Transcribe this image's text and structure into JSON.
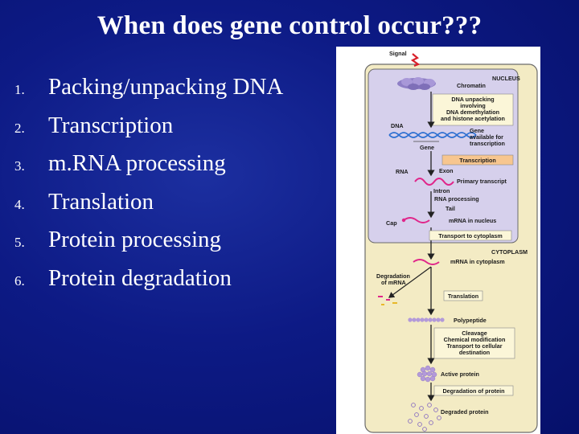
{
  "slide": {
    "title": "When does gene control occur???",
    "items": [
      {
        "num": "1.",
        "label": "Packing/unpacking DNA"
      },
      {
        "num": "2.",
        "label": "Transcription"
      },
      {
        "num": "3.",
        "label": "m.RNA processing"
      },
      {
        "num": "4.",
        "label": "Translation"
      },
      {
        "num": "5.",
        "label": "Protein processing"
      },
      {
        "num": "6.",
        "label": "Protein degradation"
      }
    ]
  },
  "diagram": {
    "signal": "Signal",
    "nucleus": "NUCLEUS",
    "chromatin": "Chromatin",
    "unpack": [
      "DNA unpacking",
      "involving",
      "DNA demethylation",
      "and histone acetylation"
    ],
    "dna": "DNA",
    "gene": "Gene",
    "gene_available": [
      "Gene",
      "available for",
      "transcription"
    ],
    "transcription": "Transcription",
    "rna": "RNA",
    "exon": "Exon",
    "primary_transcript": "Primary transcript",
    "intron": "Intron",
    "rna_processing": "RNA processing",
    "tail": "Tail",
    "cap": "Cap",
    "mrna_nucleus": "mRNA in nucleus",
    "transport": "Transport to cytoplasm",
    "cytoplasm": "CYTOPLASM",
    "mrna_cytoplasm": "mRNA in cytoplasm",
    "degradation_mrna": [
      "Degradation",
      "of mRNA"
    ],
    "translation": "Translation",
    "polypeptide": "Polypeptide",
    "cleavage": [
      "Cleavage",
      "Chemical modification",
      "Transport to cellular",
      "destination"
    ],
    "active_protein": "Active protein",
    "degradation_protein": "Degradation of protein",
    "degraded_protein": "Degraded protein",
    "colors": {
      "cytoplasm_fill": "#f3ebc4",
      "nucleus_fill": "#d6d0ec",
      "label_box": "#fbf6d8",
      "transcription_box": "#f7c68f",
      "rna": "#e0268a",
      "dna": "#2d6fd1",
      "protein": "#b39ad9",
      "arrow": "#222222"
    }
  }
}
